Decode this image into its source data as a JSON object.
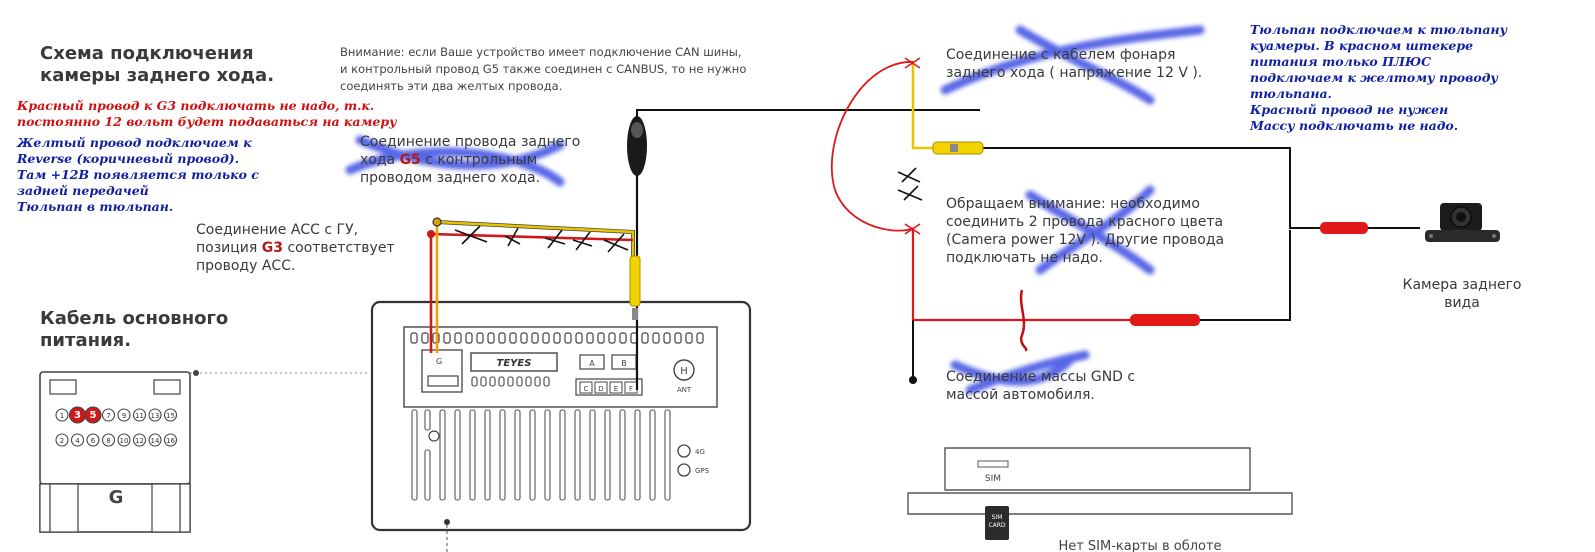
{
  "title": {
    "line1": "Схема подключения",
    "line2": "камеры заднего хода."
  },
  "warning": {
    "line1": "Внимание: если Ваше устройство имеет подключение CAN шины,",
    "line2": "и контрольный провод G5 также соединен с CANBUS, то не нужно",
    "line3": "соединять эти два желтых провода."
  },
  "red_note": {
    "line1": "Красный провод к G3 подключать не надо, т.к.",
    "line2": "постоянно 12 вольт будет подаваться на камеру"
  },
  "blue_note_left": {
    "line1": "Желтый провод подключаем к",
    "line2": "Reverse (коричневый провод).",
    "line3": "Там +12В появляется только с",
    "line4": "задней передачей",
    "line5": "Тюльпан в тюльпан."
  },
  "g5_label": {
    "line1": "Соединение провода заднего",
    "line2_pre": "хода ",
    "line2_hl": "G5",
    "line2_post": " с контрольным",
    "line3": "проводом заднего хода."
  },
  "acc_label": {
    "line1": "Соединение АСС с ГУ,",
    "line2_pre": "позиция ",
    "line2_hl": "G3",
    "line2_post": " соответствует",
    "line3": "проводу АСС."
  },
  "main_cable": {
    "line1": "Кабель основного",
    "line2": "питания."
  },
  "lamp_label": {
    "line1": "Соединение с кабелем фонаря",
    "line2": "заднего хода ( напряжение 12 V )."
  },
  "attention_label": {
    "line1": "Обращаем внимание: необходимо",
    "line2": "соединить 2 провода красного цвета",
    "line3": " (Camera power 12V ). Другие провода",
    "line4": "подключать не надо."
  },
  "gnd_label": {
    "line1": "Соединение массы GND с",
    "line2": "массой автомобиля."
  },
  "blue_note_right": {
    "line1": "Тюльпан подключаем к тюльпану",
    "line2": "куамеры. В красном штекере",
    "line3": " питания только ПЛЮС",
    "line4": "подключаем к желтому проводу",
    "line5": "тюльпана.",
    "line6": "Красный провод не нужен",
    "line7": "Массу подключать не надо."
  },
  "camera_label": {
    "line1": "Камера заднего",
    "line2": "вида"
  },
  "unit": {
    "brand": "TEYES",
    "port_a": "A",
    "port_b": "B",
    "port_c": "C",
    "port_d": "D",
    "port_e": "E",
    "port_f": "F",
    "port_g": "G",
    "h_label": "H",
    "ant": "ANT",
    "label_4g": "4G",
    "label_gps": "GPS"
  },
  "connector": {
    "letter": "G",
    "pins_top": [
      "1",
      "3",
      "5",
      "7",
      "9",
      "11",
      "13",
      "15"
    ],
    "pins_bottom": [
      "2",
      "4",
      "6",
      "8",
      "10",
      "12",
      "14",
      "16"
    ]
  },
  "sim": {
    "slot_label": "SIM",
    "card_line1": "SIM",
    "card_line2": "CARD",
    "bottom_text": "Нет SIM-карты в облоте"
  },
  "colors": {
    "red_wire": "#e01818",
    "yellow_wire": "#e8c400",
    "black_wire": "#222222",
    "blue_scribble": "#2a3de0",
    "handwritten_red": "#d01010",
    "handwritten_blue": "#1020a0",
    "highlight": "#b01a1a"
  }
}
